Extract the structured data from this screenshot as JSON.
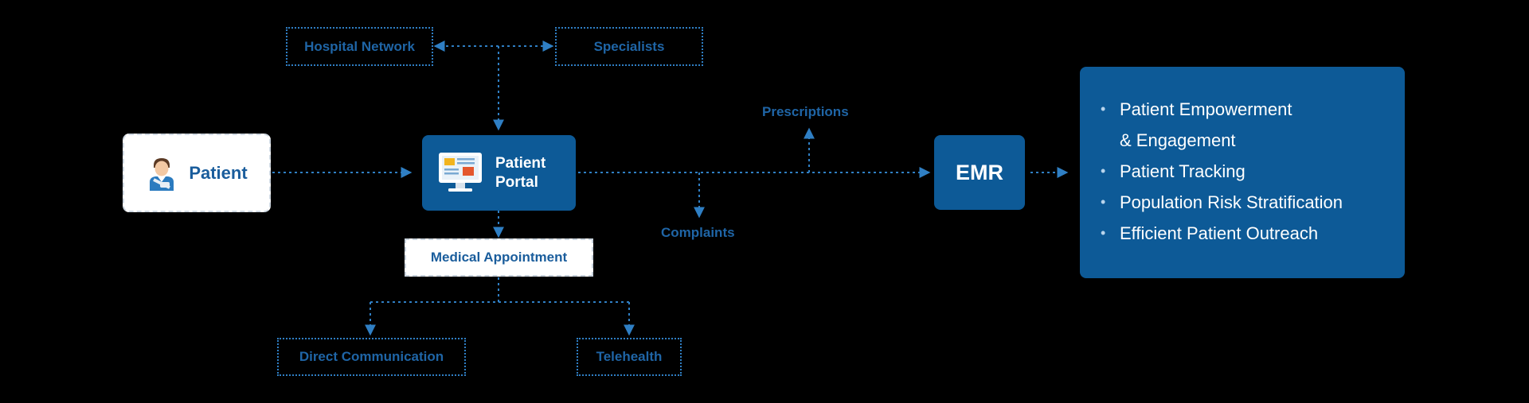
{
  "diagram": {
    "patient": {
      "label": "Patient",
      "icon": "patient-icon"
    },
    "portal": {
      "label_line1": "Patient",
      "label_line2": "Portal",
      "icon": "monitor-icon"
    },
    "hospital_network": "Hospital Network",
    "specialists": "Specialists",
    "medical_appointment": "Medical Appointment",
    "direct_communication": "Direct Communication",
    "telehealth": "Telehealth",
    "prescriptions": "Prescriptions",
    "complaints": "Complaints",
    "emr": "EMR",
    "outcomes": {
      "item1_line1": "Patient Empowerment",
      "item1_line2": "& Engagement",
      "item2": "Patient Tracking",
      "item3": "Population Risk Stratification",
      "item4": "Efficient Patient Outreach"
    },
    "colors": {
      "background": "#000000",
      "primary_blue": "#0d5a97",
      "connector_blue": "#2f7fc4",
      "label_blue": "#1f65a6"
    }
  }
}
